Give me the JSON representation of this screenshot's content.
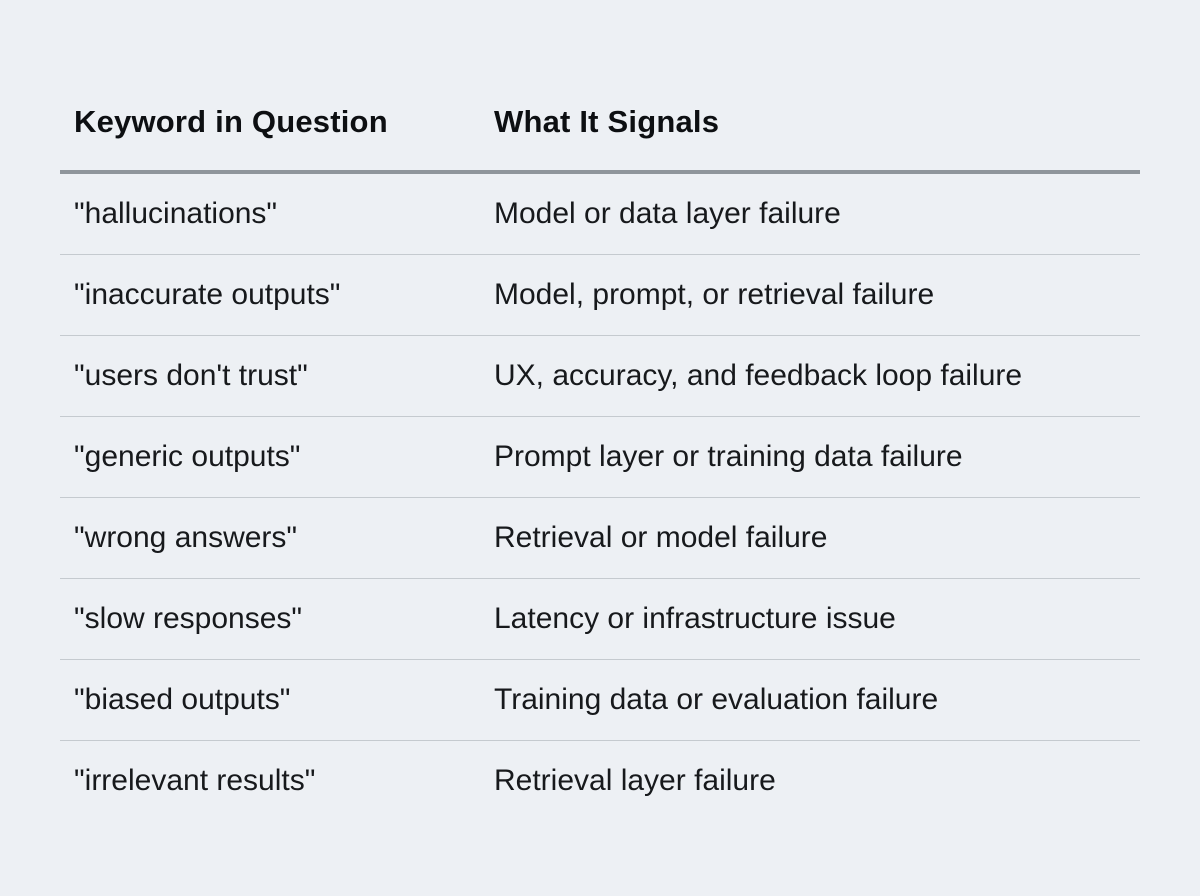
{
  "table": {
    "columns": [
      {
        "label": "Keyword in Question"
      },
      {
        "label": "What It Signals"
      }
    ],
    "rows": [
      {
        "keyword": "\"hallucinations\"",
        "signal": "Model or data layer failure"
      },
      {
        "keyword": "\"inaccurate outputs\"",
        "signal": "Model, prompt, or retrieval failure"
      },
      {
        "keyword": "\"users don't trust\"",
        "signal": "UX, accuracy, and feedback loop failure"
      },
      {
        "keyword": "\"generic outputs\"",
        "signal": "Prompt layer or training data failure"
      },
      {
        "keyword": "\"wrong answers\"",
        "signal": "Retrieval or model failure"
      },
      {
        "keyword": "\"slow responses\"",
        "signal": "Latency or infrastructure issue"
      },
      {
        "keyword": "\"biased outputs\"",
        "signal": "Training data or evaluation failure"
      },
      {
        "keyword": "\"irrelevant results\"",
        "signal": "Retrieval layer failure"
      }
    ]
  },
  "colors": {
    "background": "#edf0f4",
    "text": "#17191c",
    "header_text": "#0d0f12",
    "header_rule": "#8f959b",
    "row_rule": "#c5cacf"
  }
}
